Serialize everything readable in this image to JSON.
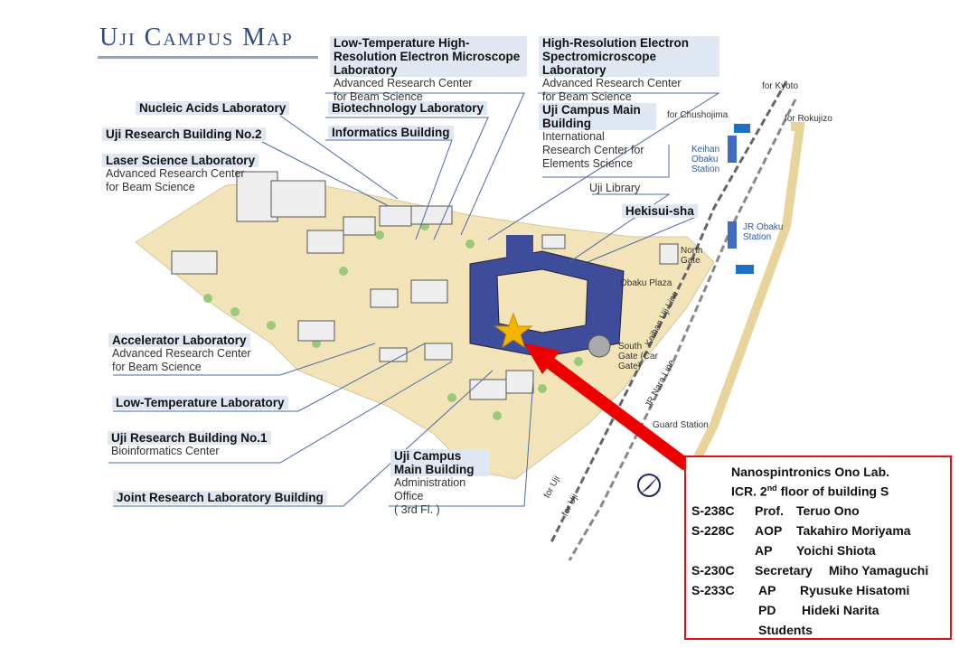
{
  "title": "Uji Campus Map",
  "labels": {
    "low_temp_hr": {
      "name": "Low-Temperature High-Resolution Electron Microscope Laboratory",
      "sub1": "Advanced Research Center",
      "sub2": "for Beam Science"
    },
    "hr_electron": {
      "name": "High-Resolution Electron Spectromicroscope Laboratory",
      "sub1": "Advanced Research Center",
      "sub2": "for Beam Science"
    },
    "nucleic": {
      "name": "Nucleic Acids Laboratory"
    },
    "biotech": {
      "name": "Biotechnology Laboratory"
    },
    "uji_rb2": {
      "name": "Uji Research Building No.2"
    },
    "informatics": {
      "name": "Informatics Building"
    },
    "laser": {
      "name": "Laser Science Laboratory",
      "sub1": "Advanced Research Center",
      "sub2": "for Beam Science"
    },
    "main_building_top": {
      "name": "Uji Campus Main Building",
      "sub1": "International",
      "sub2": "Research Center for",
      "sub3": "Elements Science"
    },
    "uji_library": {
      "name": "Uji Library"
    },
    "hekisui": {
      "name": "Hekisui-sha"
    },
    "accelerator": {
      "name": "Accelerator Laboratory",
      "sub1": "Advanced Research Center",
      "sub2": "for Beam Science"
    },
    "low_temp": {
      "name": "Low-Temperature Laboratory"
    },
    "uji_rb1": {
      "name": "Uji Research Building No.1",
      "sub1": "Bioinformatics Center"
    },
    "joint": {
      "name": "Joint Research Laboratory Building"
    },
    "main_building_bottom": {
      "name": "Uji Campus Main Building",
      "sub1": "Administration Office",
      "sub2": "( 3rd Fl. )"
    }
  },
  "places": {
    "for_kyoto": "for Kyoto",
    "for_chushojima": "for Chushojima",
    "for_rokujizo": "for Rokujizo",
    "keihan_station": "Keihan Obaku Station",
    "jr_station": "JR Obaku Station",
    "north_gate": "North Gate",
    "obaku_plaza": "Obaku Plaza",
    "south_gate": "South Gate (Car Gate)",
    "keihan_line": "Keihan Uji Line",
    "jr_line": "JR Nara Line",
    "guard_station": "Guard Station",
    "for_uji_1": "for Uji",
    "for_uji_2": "for Uji"
  },
  "info": {
    "title": "Nanospintronics Ono Lab.",
    "floor_pre": "ICR. 2",
    "floor_sup": "nd",
    "floor_post": " floor of building S",
    "rows": [
      {
        "room": "S-238C",
        "role": "Prof.",
        "person": "Teruo Ono"
      },
      {
        "room": "S-228C",
        "role": "AOP",
        "person": "Takahiro Moriyama"
      },
      {
        "room": "",
        "role": "AP",
        "person": "Yoichi Shiota"
      },
      {
        "room": "S-230C",
        "role": "Secretary",
        "person": "Miho Yamaguchi"
      },
      {
        "room": "S-233C",
        "role": "AP",
        "person": "Ryusuke Hisatomi"
      },
      {
        "room": "",
        "role": "PD",
        "person": "Hideki Narita"
      },
      {
        "room": "",
        "role": "Students",
        "person": ""
      }
    ]
  },
  "colors": {
    "building": "#3d4d9c",
    "ground": "#f2e3b8",
    "highlight": "#d11",
    "star": "#f5b400"
  }
}
